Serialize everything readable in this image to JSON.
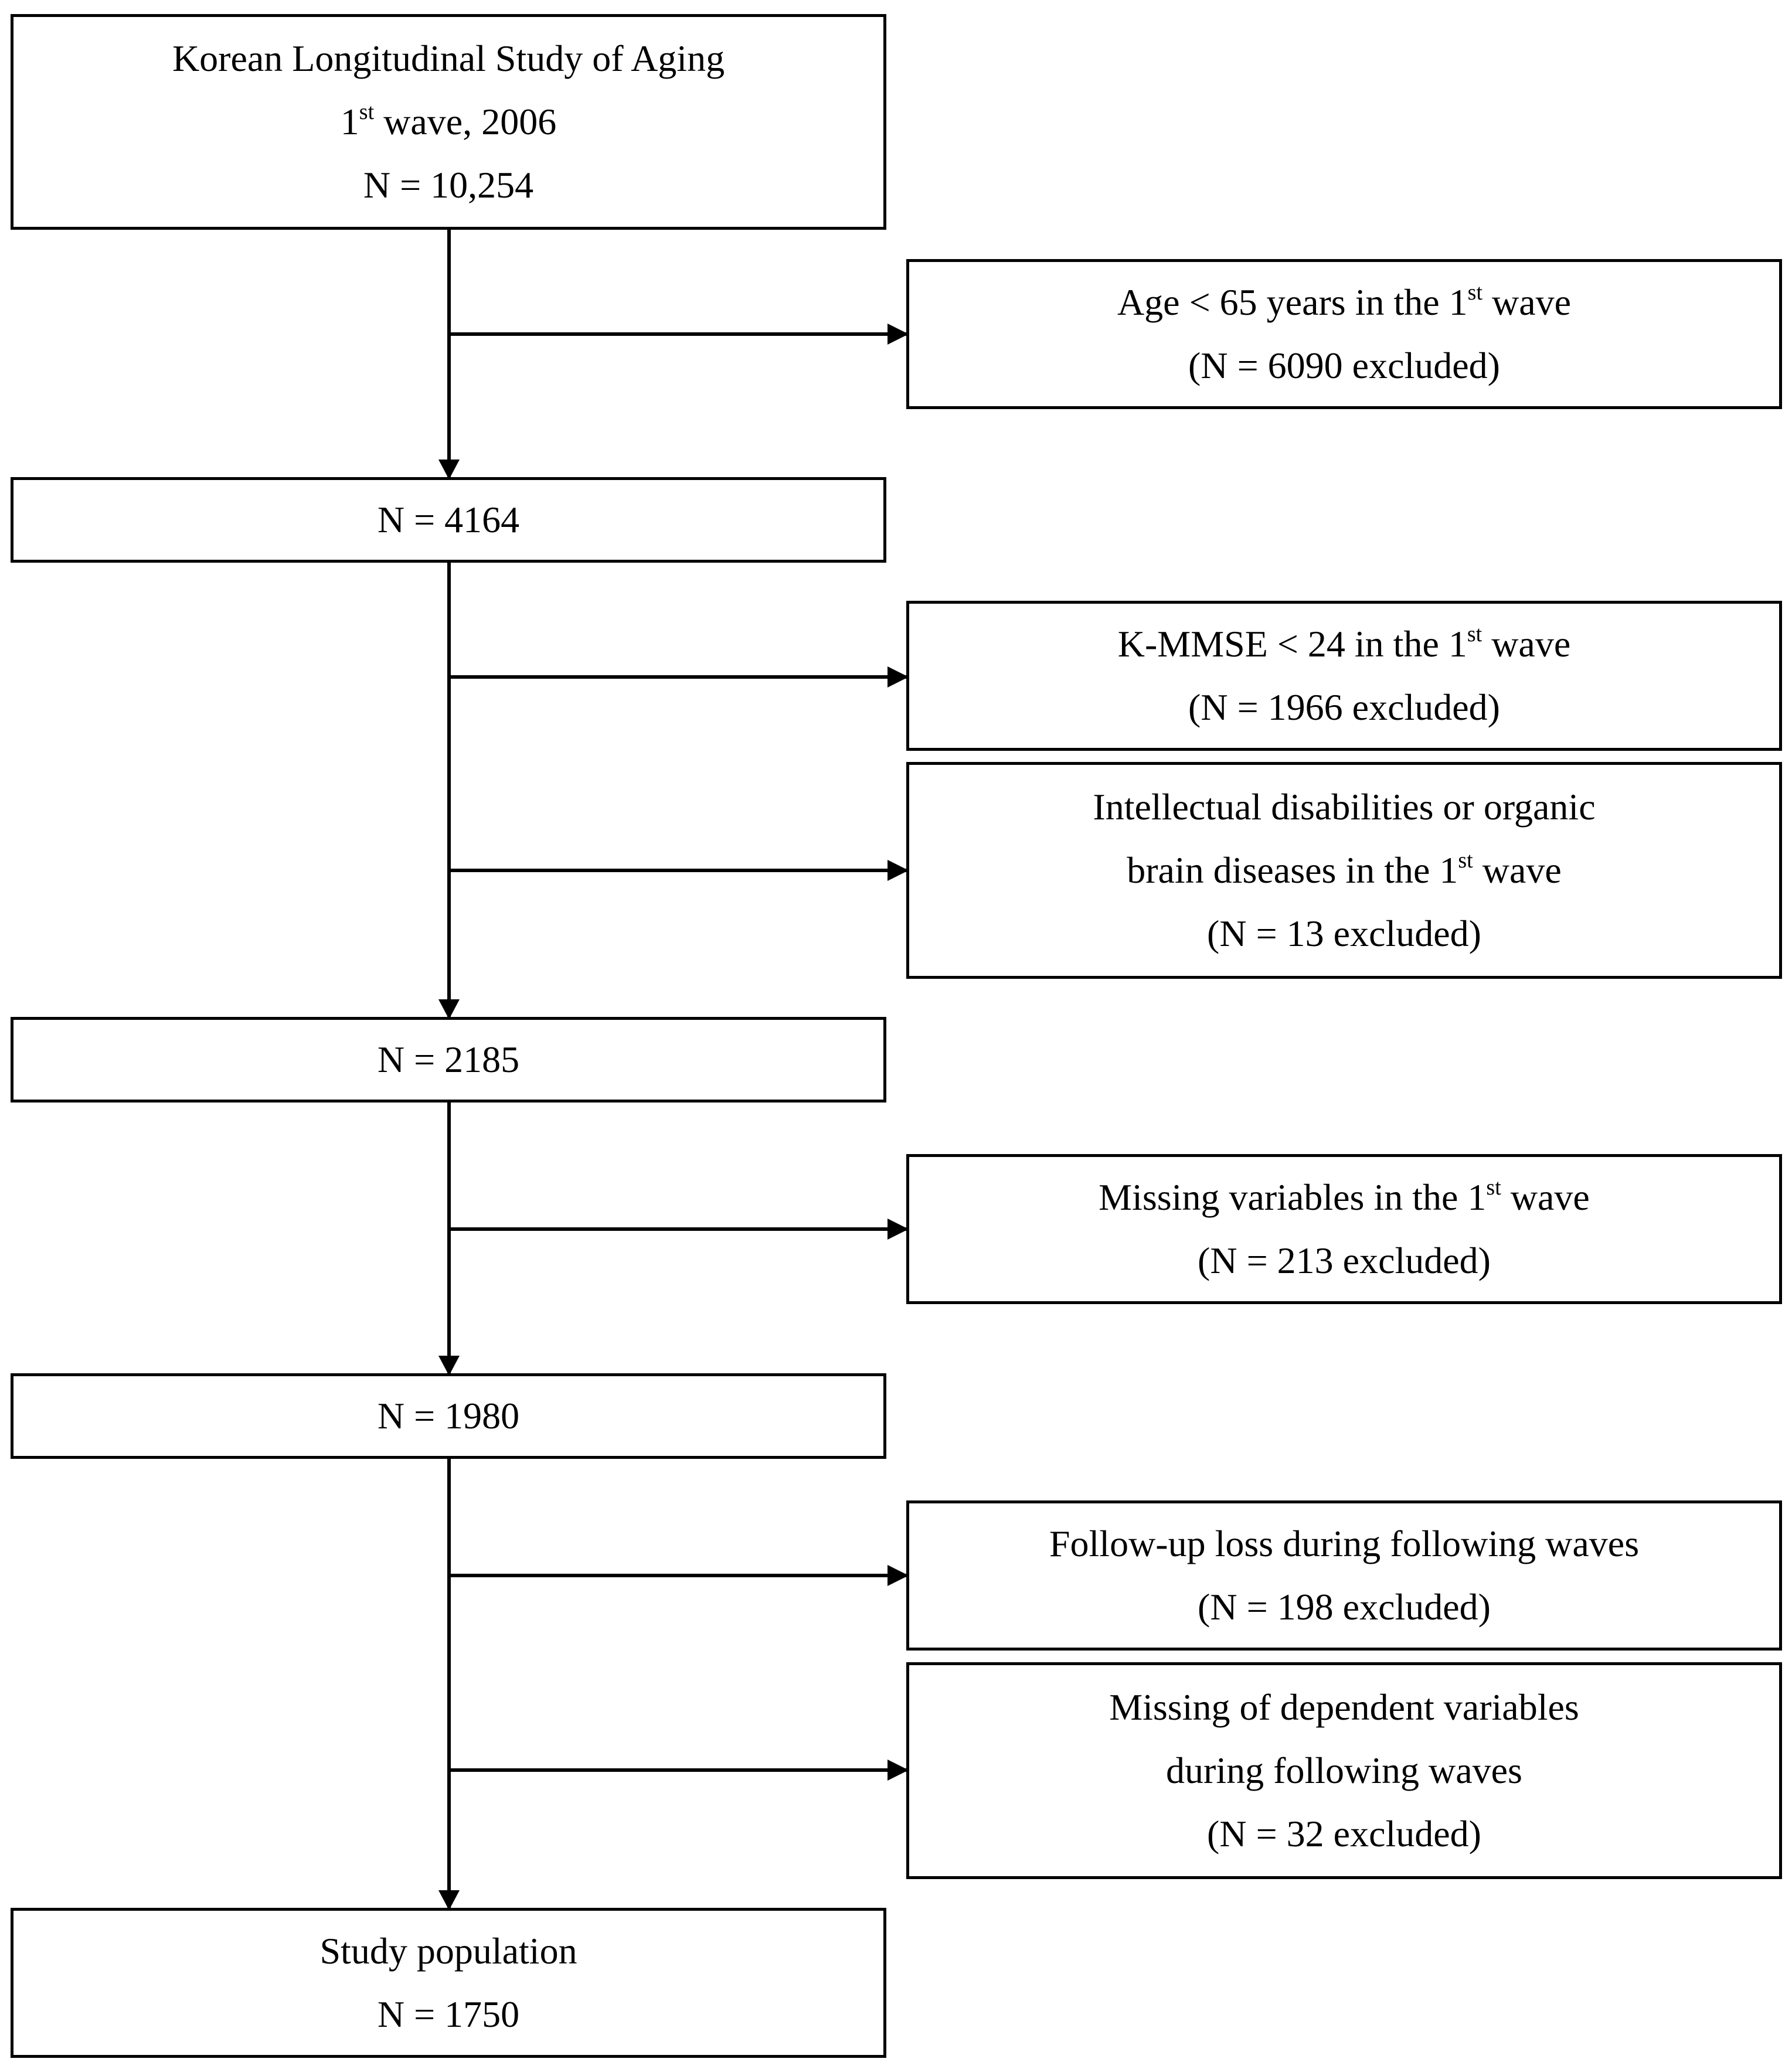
{
  "main_boxes": {
    "source": {
      "line1": "Korean Longitudinal Study of Aging",
      "line2_num": "1",
      "line2_sup": "st",
      "line2_rest": " wave, 2006",
      "line3": "N = 10,254"
    },
    "step1": {
      "line1": "N = 4164"
    },
    "step2": {
      "line1": "N = 2185"
    },
    "step3": {
      "line1": "N = 1980"
    },
    "final": {
      "line1": "Study population",
      "line2": "N = 1750"
    }
  },
  "exclusion_boxes": {
    "age": {
      "line1_pre": "Age < 65 years in the 1",
      "line1_sup": "st",
      "line1_post": " wave",
      "line2": "(N = 6090 excluded)"
    },
    "kmmse": {
      "line1_pre": "K-MMSE < 24 in the 1",
      "line1_sup": "st",
      "line1_post": " wave",
      "line2": "(N = 1966 excluded)"
    },
    "intellectual": {
      "line1": "Intellectual disabilities or organic",
      "line2_pre": "brain diseases in the 1",
      "line2_sup": "st",
      "line2_post": " wave",
      "line3": "(N = 13 excluded)"
    },
    "missing_vars": {
      "line1_pre": "Missing variables in the 1",
      "line1_sup": "st",
      "line1_post": " wave",
      "line2": "(N = 213 excluded)"
    },
    "followup": {
      "line1": "Follow-up loss during following waves",
      "line2": "(N = 198 excluded)"
    },
    "dependent": {
      "line1": "Missing of dependent variables",
      "line2": "during following waves",
      "line3": "(N = 32 excluded)"
    }
  }
}
